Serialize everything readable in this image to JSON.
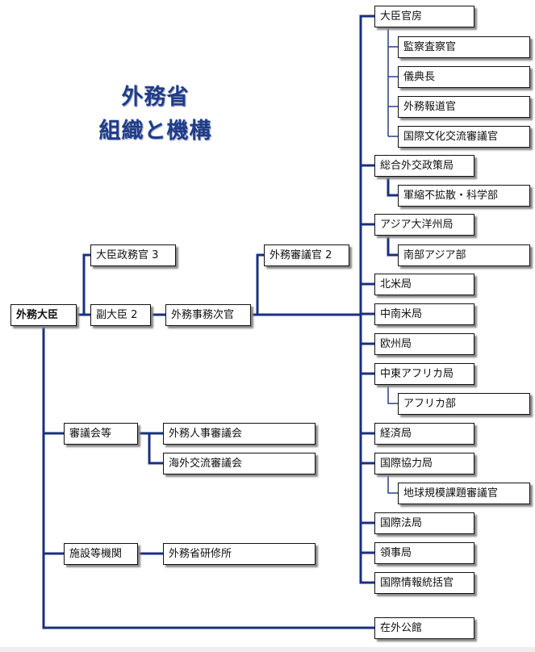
{
  "title": {
    "line1": "外務省",
    "line2": "組織と機構"
  },
  "colors": {
    "line": "#1b2f80",
    "title": "#1f3c88"
  },
  "left": {
    "minister": "外務大臣",
    "parliamentary_vice_ministers": "大臣政務官 3",
    "state_ministers": "副大臣 2",
    "vice_minister": "外務事務次官",
    "deputy_ministers": "外務審議官 2",
    "councils": "審議会等",
    "council_items": [
      "外務人事審議会",
      "海外交流審議会"
    ],
    "facilities": "施設等機関",
    "facility_items": [
      "外務省研修所"
    ],
    "overseas": "在外公館"
  },
  "bureaus": [
    {
      "label": "大臣官房",
      "subs": [
        "監察査察官",
        "儀典長",
        "外務報道官",
        "国際文化交流審議官"
      ]
    },
    {
      "label": "総合外交政策局",
      "subs": [
        "軍縮不拡散・科学部"
      ]
    },
    {
      "label": "アジア大洋州局",
      "subs": [
        "南部アジア部"
      ]
    },
    {
      "label": "北米局",
      "subs": []
    },
    {
      "label": "中南米局",
      "subs": []
    },
    {
      "label": "欧州局",
      "subs": []
    },
    {
      "label": "中東アフリカ局",
      "subs": [
        "アフリカ部"
      ]
    },
    {
      "label": "経済局",
      "subs": []
    },
    {
      "label": "国際協力局",
      "subs": [
        "地球規模課題審議官"
      ]
    },
    {
      "label": "国際法局",
      "subs": []
    },
    {
      "label": "領事局",
      "subs": []
    },
    {
      "label": "国際情報統括官",
      "subs": []
    }
  ]
}
